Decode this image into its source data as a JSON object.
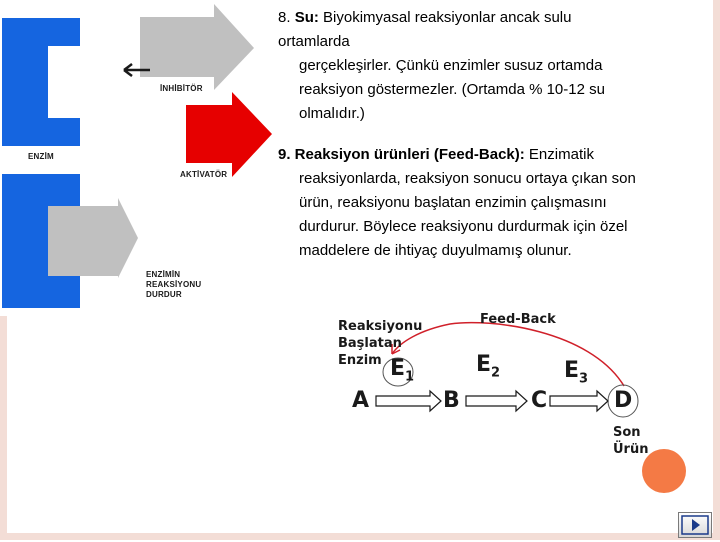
{
  "text": {
    "item8_num": "8.",
    "item8_title": "Su:",
    "item8_line1": "Biyokimyasal reaksiyonlar ancak sulu",
    "item8_line2": "ortamlarda",
    "item8_line3": "gerçekleşirler. Çünkü enzimler susuz ortamda",
    "item8_line4": "reaksiyon göstermezler. (Ortamda % 10-12 su",
    "item8_line5": "olmalıdır.)",
    "item9_title": "9. Reaksiyon ürünleri (Feed-Back):",
    "item9_line1": "Enzimatik",
    "item9_line2": "reaksiyonlarda, reaksiyon sonucu ortaya çıkan son",
    "item9_line3": "ürün, reaksiyonu başlatan enzimin çalışmasını",
    "item9_line4": "durdurur. Böylece reaksiyonu durdurmak için özel",
    "item9_line5": "maddelere de ihtiyaç duyulmamış olunur."
  },
  "enzyme_diagram": {
    "label_inhibitor": "İNHİBİTÖR",
    "label_enzyme": "ENZİM",
    "label_activator": "AKTİVATÖR",
    "label_stop_line1": "ENZİMİN",
    "label_stop_line2": "REAKSİYONU",
    "label_stop_line3": "DURDUR",
    "colors": {
      "enzyme": "#1565e0",
      "inhibitor": "#c0c0c0",
      "activator": "#e60000",
      "stopper": "#c0c0c0"
    }
  },
  "feedback_diagram": {
    "start_enzyme_line1": "Reaksiyonu",
    "start_enzyme_line2": "Başlatan",
    "start_enzyme_line3": "Enzim",
    "feedback_label": "Feed-Back",
    "e1": "E",
    "e1_sub": "1",
    "e2": "E",
    "e2_sub": "2",
    "e3": "E",
    "e3_sub": "3",
    "node_a": "A",
    "node_b": "B",
    "node_c": "C",
    "node_d": "D",
    "end_line1": "Son",
    "end_line2": "Ürün",
    "colors": {
      "feedback_arrow": "#d0202a"
    }
  }
}
